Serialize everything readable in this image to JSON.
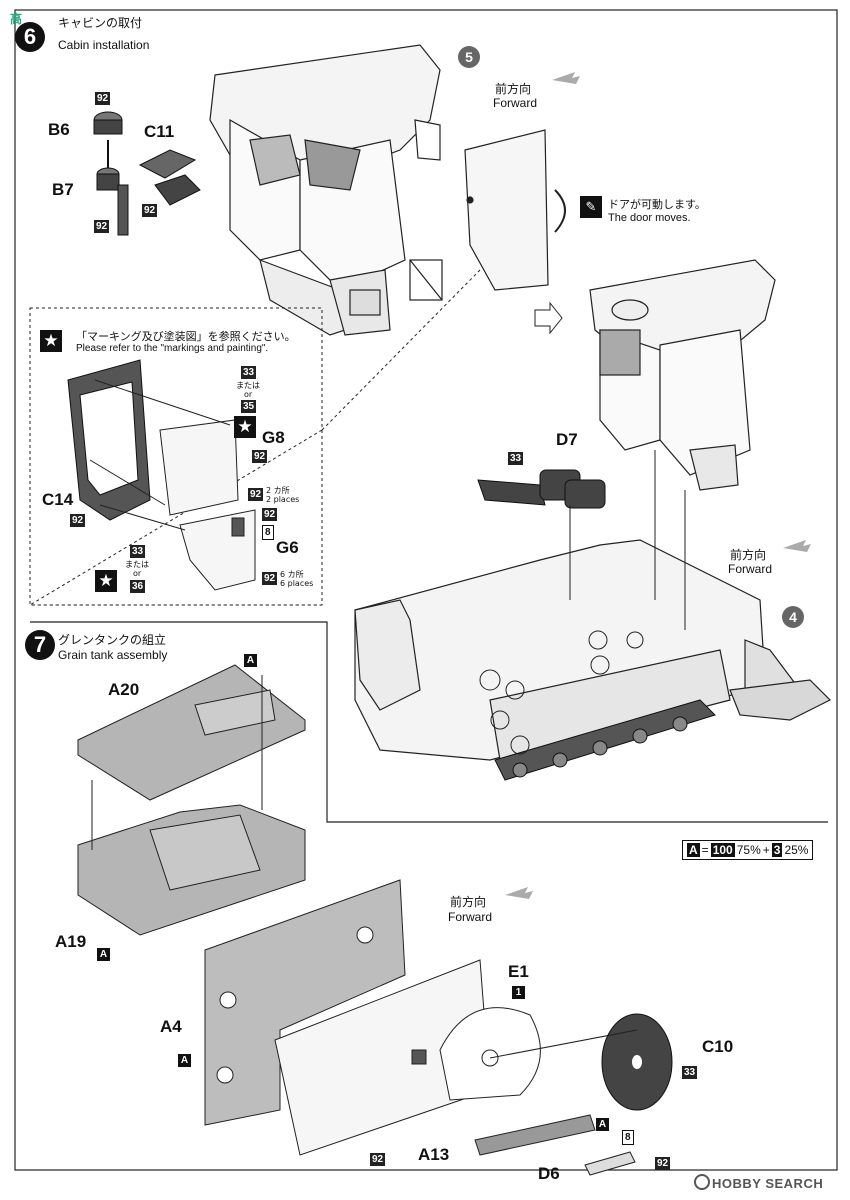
{
  "watermark_top": "高",
  "step6": {
    "number": "6",
    "title_jp": "キャビンの取付",
    "title_en": "Cabin installation",
    "ref_step": "5",
    "forward_jp": "前方向",
    "forward_en": "Forward",
    "door_note_jp": "ドアが可動します。",
    "door_note_en": "The door moves.",
    "parts": {
      "b6": "B6",
      "b7": "B7",
      "c11": "C11",
      "d7": "D7"
    },
    "paint": {
      "p92a": "92",
      "p92b": "92",
      "p92c": "92",
      "p33": "33"
    }
  },
  "inset": {
    "note_jp": "「マーキング及び塗装図」を参照ください。",
    "note_en": "Please refer to the \"markings and painting\".",
    "parts": {
      "g8": "G8",
      "g6": "G6",
      "c14": "C14"
    },
    "alt1": {
      "top": "33",
      "mata": "または",
      "or": "or",
      "bottom": "35"
    },
    "alt2": {
      "top": "33",
      "mata": "または",
      "or": "or",
      "bottom": "36"
    },
    "p92_g8": "92",
    "p92_2": "92",
    "places2_jp": "2 カ所",
    "places2_en": "2 places",
    "p92_c14": "92",
    "p92_g6": "92",
    "p8": "8",
    "p92_6": "92",
    "places6_jp": "6 カ所",
    "places6_en": "6 places"
  },
  "step7": {
    "number": "7",
    "title_jp": "グレンタンクの組立",
    "title_en": "Grain tank assembly",
    "ref_step": "4",
    "forward2_jp": "前方向",
    "forward2_en": "Forward",
    "forward3_jp": "前方向",
    "forward3_en": "Forward",
    "parts": {
      "a20": "A20",
      "a19": "A19",
      "a4": "A4",
      "e1": "E1",
      "c10": "C10",
      "a13": "A13",
      "d6": "D6"
    },
    "letter_a": "A",
    "p1": "1",
    "p33": "33",
    "p92a": "92",
    "p92b": "92",
    "p8": "8"
  },
  "color_legend": {
    "a": "A",
    "eq": "=",
    "c1": "100",
    "pct1": "75%",
    "plus": "+",
    "c2": "3",
    "pct2": "25%"
  },
  "footer": {
    "brand": "HOBBY SEARCH"
  }
}
